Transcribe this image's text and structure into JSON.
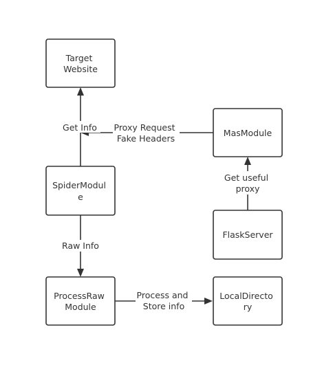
{
  "nodes": {
    "target": {
      "lines": [
        "Target",
        "Website"
      ]
    },
    "mas": {
      "lines": [
        "MasModule"
      ]
    },
    "spider": {
      "lines": [
        "SpiderModul",
        "e"
      ]
    },
    "flask": {
      "lines": [
        "FlaskServer"
      ]
    },
    "process": {
      "lines": [
        "ProcessRaw",
        "Module"
      ]
    },
    "local": {
      "lines": [
        "LocalDirecto",
        "ry"
      ]
    }
  },
  "edges": {
    "get_info": {
      "lines": [
        "Get Info"
      ]
    },
    "proxy_request": {
      "lines": [
        "Proxy Request",
        "Fake Headers"
      ]
    },
    "get_useful_proxy": {
      "lines": [
        "Get useful",
        "proxy"
      ]
    },
    "raw_info": {
      "lines": [
        "Raw Info"
      ]
    },
    "process_store": {
      "lines": [
        "Process and",
        "Store info"
      ]
    }
  }
}
